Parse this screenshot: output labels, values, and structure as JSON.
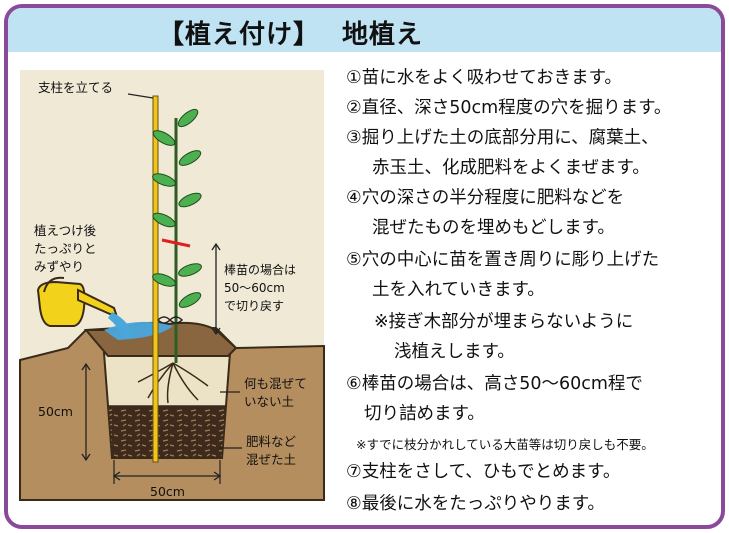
{
  "title": {
    "bracket_open": "【",
    "method": "植え付け",
    "bracket_close": "】",
    "subject": "地植え"
  },
  "diagram": {
    "label_stake": "支柱を立てる",
    "label_water_1": "植えつけ後",
    "label_water_2": "たっぷりと",
    "label_water_3": "みずやり",
    "label_rod_1": "棒苗の場合は",
    "label_rod_2": "50～60cm",
    "label_rod_3": "で切り戻す",
    "label_unmixed_1": "何も混ぜて",
    "label_unmixed_2": "いない土",
    "label_mixed_1": "肥料など",
    "label_mixed_2": "混ぜた土",
    "depth_label": "50cm",
    "width_label": "50cm",
    "colors": {
      "soil_top": "#b08a5c",
      "soil_back": "#ece3c6",
      "dark_soil": "#3e2a1c",
      "water": "#4aa7dc",
      "stake": "#f0c419",
      "leaf": "#4caf50",
      "can": "#f2d21b"
    }
  },
  "steps": [
    "①苗に水をよく吸わせておきます。",
    "②直径、深さ50cm程度の穴を掘ります。",
    "③掘り上げた土の底部分用に、腐葉土、",
    "赤玉土、化成肥料をよくまぜます。",
    "④穴の深さの半分程度に肥料などを",
    "混ぜたものを埋めもどします。",
    "⑤穴の中心に苗を置き周りに彫り上げた",
    "土を入れていきます。",
    "※接ぎ木部分が埋まらないように",
    "浅植えします。",
    "⑥棒苗の場合は、高さ50～60cm程で",
    "切り詰めます。",
    "⑦支柱をさして、ひもでとめます。",
    "⑧最後に水をたっぷりやります。"
  ],
  "note": "※すでに枝分かれしている大苗等は切り戻しも不要。"
}
